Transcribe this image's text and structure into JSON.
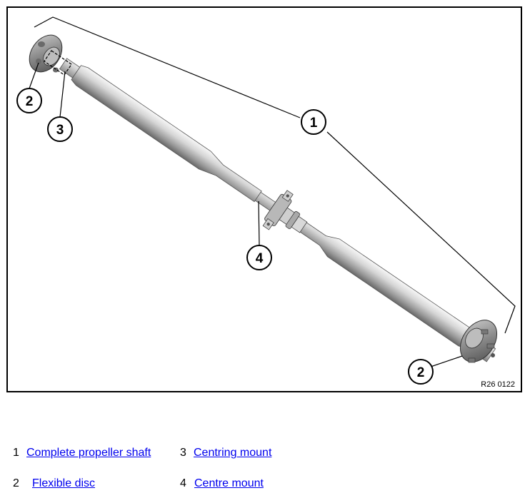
{
  "figure": {
    "reference_code": "R26 0122",
    "callouts": [
      {
        "id": "c1",
        "label": "1"
      },
      {
        "id": "c2a",
        "label": "2"
      },
      {
        "id": "c2b",
        "label": "2"
      },
      {
        "id": "c3",
        "label": "3"
      },
      {
        "id": "c4",
        "label": "4"
      }
    ]
  },
  "legend": {
    "items": [
      {
        "number": "1",
        "label": "Complete propeller shaft"
      },
      {
        "number": "2",
        "label": "Flexible disc"
      },
      {
        "number": "3",
        "label": "Centring mount"
      },
      {
        "number": "4",
        "label": "Centre mount"
      }
    ]
  }
}
